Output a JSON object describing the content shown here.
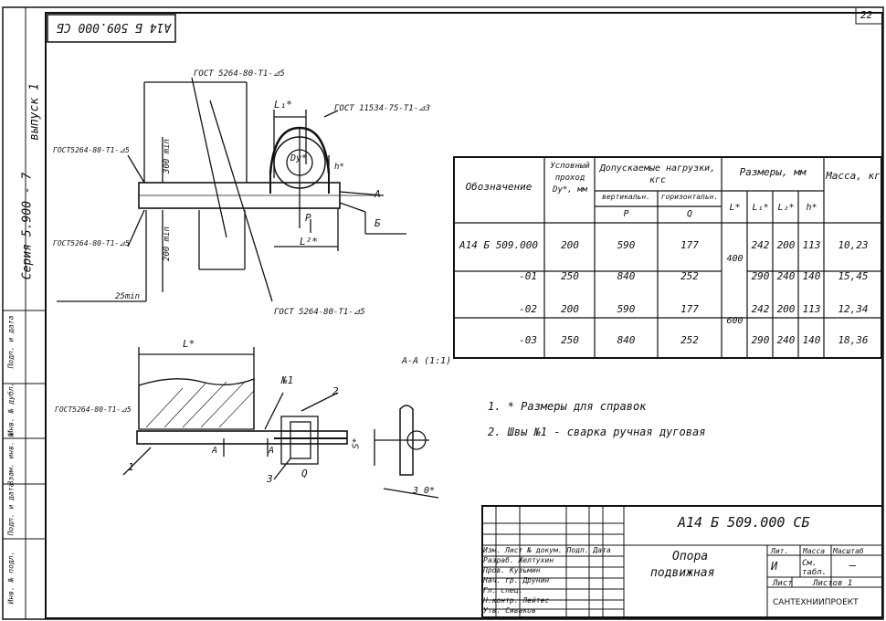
{
  "sheet_number": "22",
  "stamp_code": "А14 Б 509.000 СБ",
  "side_series": "Серия 5.900 - 7",
  "side_issue": "выпуск 1",
  "side_labels": [
    "Подп. и дата",
    "Инв. № дубл.",
    "Взам. инв. №",
    "Подп. и дата",
    "Инв. № подл."
  ],
  "gost_top": "ГОСТ 5264-80-Т1-⊿5",
  "gost_right": "ГОСТ 11534-75-Т1-⊿3",
  "gost_left_upper": "ГОСТ5264-80-Т1-⊿5",
  "gost_left_lower": "ГОСТ5264-80-Т1-⊿5",
  "gost_bottom": "ГОСТ 5264-80-Т1-⊿5",
  "gost_lower_view": "ГОСТ5264-80-Т1-⊿5",
  "dim_l1": "L₁*",
  "dim_l": "L*",
  "dim_l2": "L²*",
  "dim_dy": "Dy*",
  "dim_h": "h*",
  "dim_300": "300 min",
  "dim_200": "200 min",
  "dim_25": "25min",
  "load_p": "P",
  "load_q": "Q",
  "letter_a": "А",
  "letter_b": "Б",
  "section_label": "А-А (1:1)",
  "weld_no": "№1",
  "callouts": [
    "1",
    "2",
    "3"
  ],
  "dim_s": "S*",
  "dim_3": "3 0*",
  "notes": [
    "1. * Размеры для справок",
    "2. Швы №1 - сварка ручная дуговая"
  ],
  "table": {
    "h_designation": "Обозначение",
    "h_pass": "Условный проход Dy*, мм",
    "h_loads": "Допускаемые нагрузки, кгс",
    "h_vert": "вертикальн.",
    "h_horiz": "горизонтальн.",
    "h_p": "P",
    "h_q": "Q",
    "h_dims": "Размеры, мм",
    "h_l": "L*",
    "h_l1": "L₁*",
    "h_l2": "L₂*",
    "h_h": "h*",
    "h_mass": "Масса, кг",
    "rows": [
      {
        "des": "А14 Б 509.000",
        "dy": "200",
        "p": "590",
        "q": "177",
        "l": "",
        "l1": "242",
        "l2": "200",
        "h": "113",
        "m": "10,23"
      },
      {
        "des": "-01",
        "dy": "250",
        "p": "840",
        "q": "252",
        "l": "",
        "l1": "290",
        "l2": "240",
        "h": "140",
        "m": "15,45"
      },
      {
        "des": "-02",
        "dy": "200",
        "p": "590",
        "q": "177",
        "l": "",
        "l1": "242",
        "l2": "200",
        "h": "113",
        "m": "12,34"
      },
      {
        "des": "-03",
        "dy": "250",
        "p": "840",
        "q": "252",
        "l": "",
        "l1": "290",
        "l2": "240",
        "h": "140",
        "m": "18,36"
      }
    ],
    "l_group1": "400",
    "l_group2": "600"
  },
  "title_block": {
    "code": "А14 Б 509.000 СБ",
    "name1": "Опора",
    "name2": "подвижная",
    "lit_label": "Лит.",
    "mass_label": "Масса",
    "scale_label": "Масштаб",
    "lit_value": "И",
    "mass_value": "См. табл.",
    "scale_value": "—",
    "sheet_label": "Лист",
    "sheets_label": "Листов 1",
    "org": "САНТЕХНИИПРОЕКТ",
    "rows": [
      "Изм. Лист № докум. Подп. Дата",
      "Разраб. Желтухин",
      "Пров. Кузьмин",
      "Нач. гр. Друнин",
      "Гл. спец.",
      "Н.контр. Лейтес",
      "Утв. Сиваков"
    ]
  }
}
